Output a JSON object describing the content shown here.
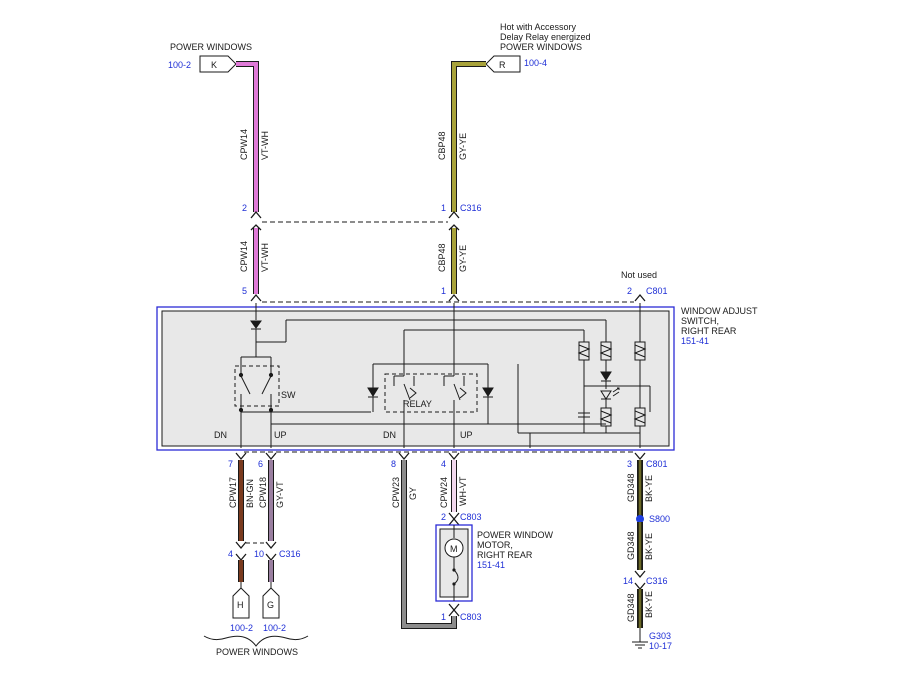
{
  "top": {
    "pw_left_title": "POWER WINDOWS",
    "ref_left": "100-2",
    "conn_k": "K",
    "hot_line1": "Hot with Accessory",
    "hot_line2": "Delay Relay energized",
    "pw_right_title": "POWER WINDOWS",
    "conn_r": "R",
    "ref_right": "100-4"
  },
  "wires": {
    "cpw14": "CPW14",
    "vt_wh": "VT-WH",
    "cbp48": "CBP48",
    "gy_ye": "GY-YE",
    "cpw17": "CPW17",
    "bn_gn": "BN-GN",
    "cpw18": "CPW18",
    "gy_vt": "GY-VT",
    "cpw23": "CPW23",
    "gy": "GY",
    "cpw24": "CPW24",
    "wh_vt": "WH-VT",
    "gd348": "GD348",
    "bk_ye": "BK-YE"
  },
  "connectors": {
    "c316": "C316",
    "c801": "C801",
    "c803": "C803",
    "pin1": "1",
    "pin2": "2",
    "pin3": "3",
    "pin4": "4",
    "pin5": "5",
    "pin6": "6",
    "pin7": "7",
    "pin8": "8",
    "pin10": "10",
    "pin14": "14",
    "not_used": "Not used"
  },
  "switch": {
    "line1": "WINDOW ADJUST",
    "line2": "SWITCH,",
    "line3": "RIGHT REAR",
    "ref": "151-41",
    "sw": "SW",
    "relay": "RELAY",
    "dn": "DN",
    "up": "UP"
  },
  "motor": {
    "line1": "POWER WINDOW",
    "line2": "MOTOR,",
    "line3": "RIGHT REAR",
    "ref": "151-41",
    "m": "M"
  },
  "bottom": {
    "conn_h": "H",
    "conn_g": "G",
    "ref_h": "100-2",
    "ref_g": "100-2",
    "pw_title": "POWER WINDOWS",
    "splice": "S800",
    "ground": "G303",
    "ground_ref": "10-17"
  },
  "colors": {
    "vt_wh": "#e07ad8",
    "gy_ye": "#a8a23a",
    "bn_gn": "#7a3a1e",
    "gy_vt": "#9a7fa0",
    "gy": "#8c8c8c",
    "wh_vt": "#f2d8ee",
    "bk_ye": "#2e2e14",
    "module_border": "#2b2bd6",
    "module_fill": "#e8e8e8",
    "splice_dot": "#1f3fe0"
  }
}
